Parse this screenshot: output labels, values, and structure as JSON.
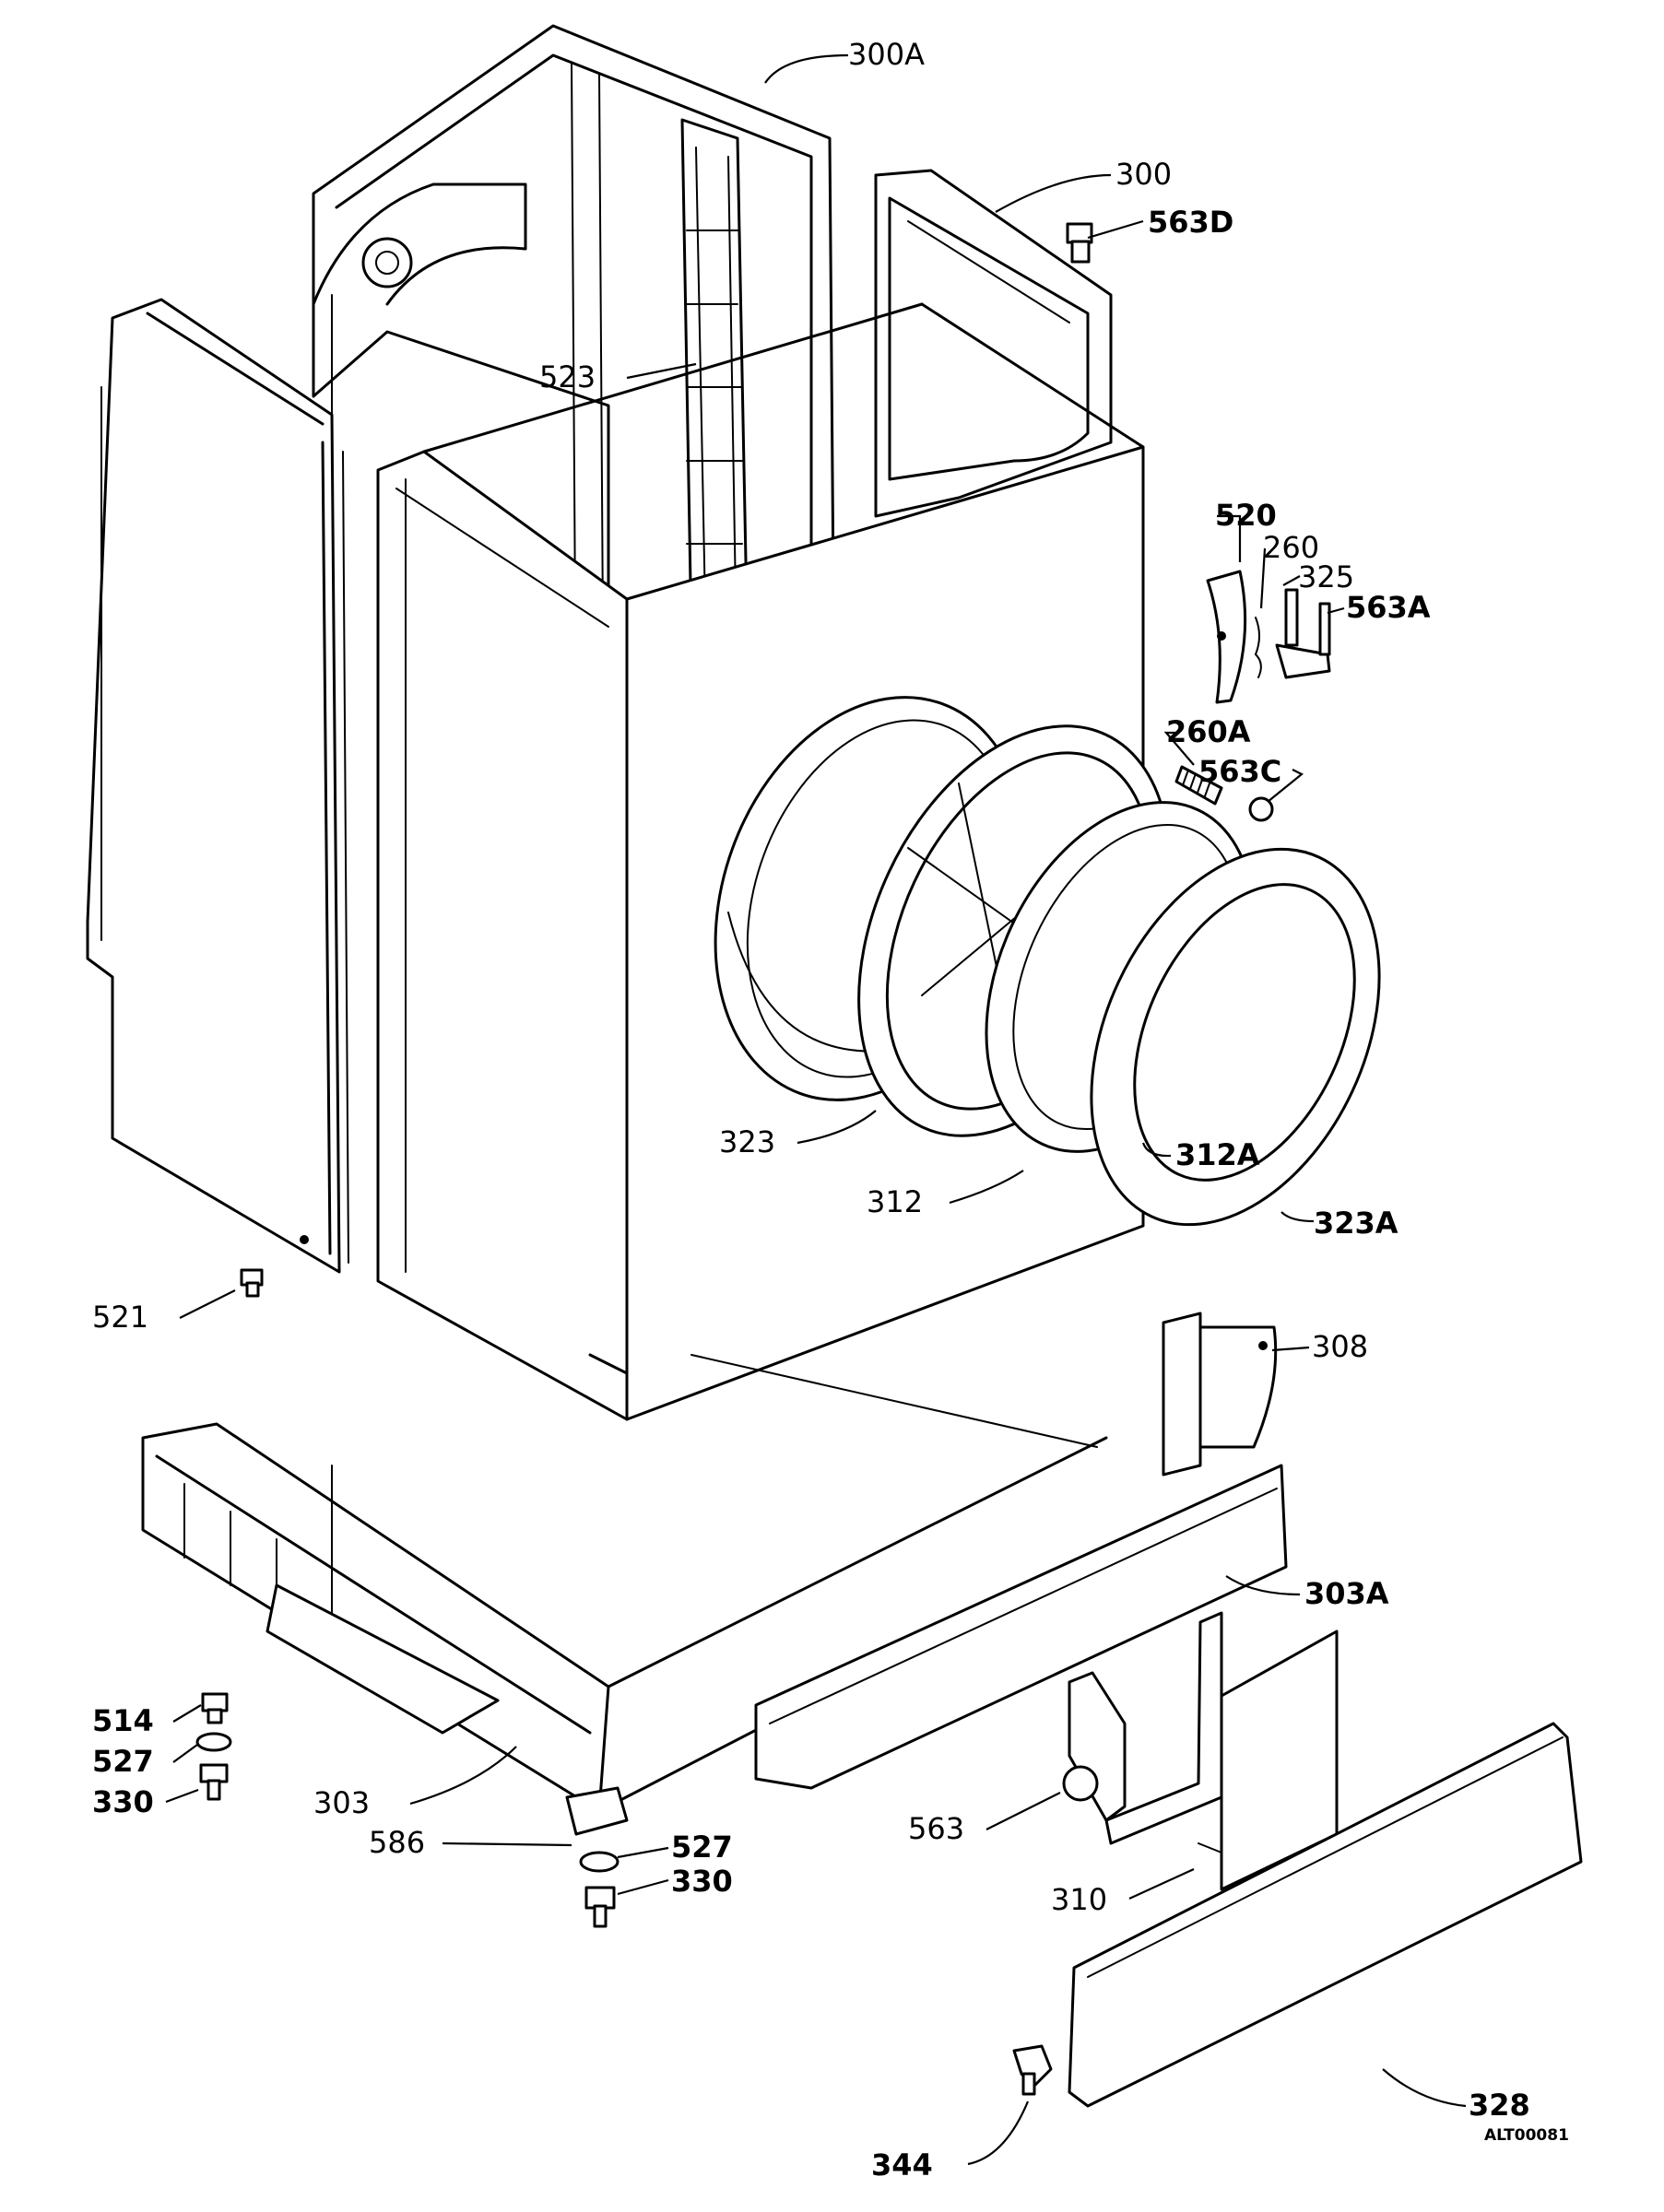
{
  "drawing_code": "ALT00081",
  "callouts": [
    {
      "id": "300A",
      "text": "300A",
      "bold": false
    },
    {
      "id": "300",
      "text": "300",
      "bold": false
    },
    {
      "id": "563D",
      "text": "563D",
      "bold": true
    },
    {
      "id": "523",
      "text": "523",
      "bold": false
    },
    {
      "id": "520",
      "text": "520",
      "bold": true
    },
    {
      "id": "260",
      "text": "260",
      "bold": false
    },
    {
      "id": "325",
      "text": "325",
      "bold": false
    },
    {
      "id": "563A",
      "text": "563A",
      "bold": true
    },
    {
      "id": "260A",
      "text": "260A",
      "bold": true
    },
    {
      "id": "563C",
      "text": "563C",
      "bold": true
    },
    {
      "id": "323",
      "text": "323",
      "bold": false
    },
    {
      "id": "312A",
      "text": "312A",
      "bold": true
    },
    {
      "id": "312",
      "text": "312",
      "bold": false
    },
    {
      "id": "323A",
      "text": "323A",
      "bold": true
    },
    {
      "id": "521",
      "text": "521",
      "bold": false
    },
    {
      "id": "308",
      "text": "308",
      "bold": false
    },
    {
      "id": "303A",
      "text": "303A",
      "bold": true
    },
    {
      "id": "514",
      "text": "514",
      "bold": true
    },
    {
      "id": "527a",
      "text": "527",
      "bold": true
    },
    {
      "id": "330a",
      "text": "330",
      "bold": true
    },
    {
      "id": "303",
      "text": "303",
      "bold": false
    },
    {
      "id": "586",
      "text": "586",
      "bold": false
    },
    {
      "id": "527b",
      "text": "527",
      "bold": true
    },
    {
      "id": "330b",
      "text": "330",
      "bold": true
    },
    {
      "id": "563",
      "text": "563",
      "bold": false
    },
    {
      "id": "310",
      "text": "310",
      "bold": false
    },
    {
      "id": "328",
      "text": "328",
      "bold": true
    },
    {
      "id": "344",
      "text": "344",
      "bold": true
    }
  ]
}
